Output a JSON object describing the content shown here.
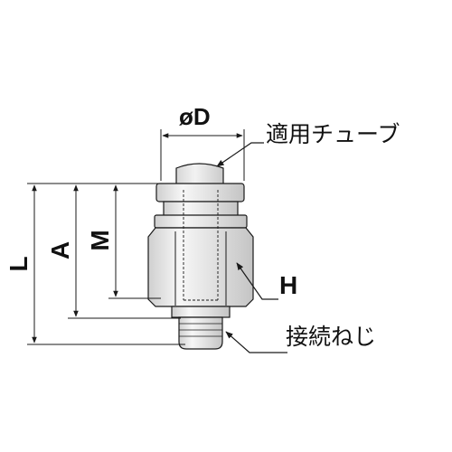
{
  "labels": {
    "diameter": "øD",
    "tube": "適用チューブ",
    "L": "L",
    "A": "A",
    "M": "M",
    "H": "H",
    "thread": "接続ねじ"
  },
  "colors": {
    "line": "#1a1a1a",
    "body_light": "#f2f2f2",
    "body_mid": "#d8d8d8",
    "body_dark": "#bdbdbd",
    "tube": "#e6e6e6"
  }
}
